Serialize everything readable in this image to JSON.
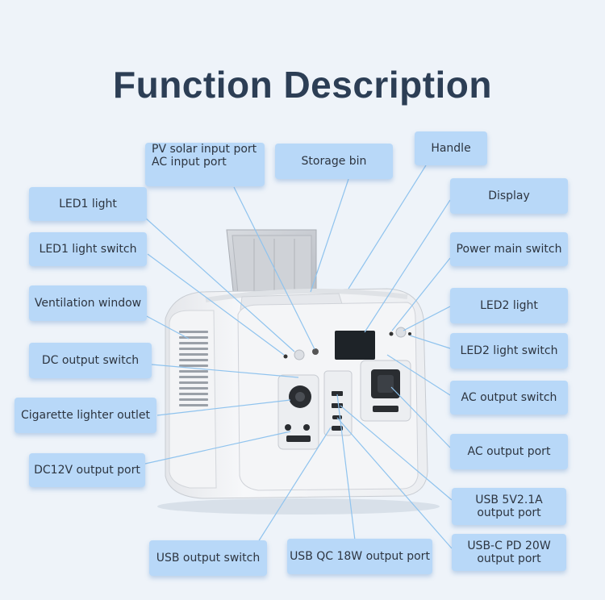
{
  "title": "Function Description",
  "labels": {
    "pv_ac_input": [
      "PV solar input port",
      "AC input port"
    ],
    "storage_bin": "Storage bin",
    "handle": "Handle",
    "led1_light": "LED1 light",
    "display": "Display",
    "led1_switch": "LED1 light switch",
    "power_main_switch": "Power main switch",
    "ventilation": "Ventilation window",
    "led2_light": "LED2 light",
    "dc_output_switch": "DC output switch",
    "led2_switch": "LED2 light switch",
    "ac_output_switch": "AC output switch",
    "cigarette": "Cigarette lighter outlet",
    "ac_output_port": "AC output port",
    "dc12v": "DC12V output port",
    "usb_5v": [
      "USB 5V2.1A",
      "output port"
    ],
    "usb_c": [
      "USB-C PD 20W",
      "output port"
    ],
    "usb_switch": "USB output switch",
    "usb_qc": "USB QC 18W output port"
  },
  "colors": {
    "label_bg": "#b8d8f8",
    "leader": "#8fc3ee",
    "title": "#2c3e55"
  }
}
